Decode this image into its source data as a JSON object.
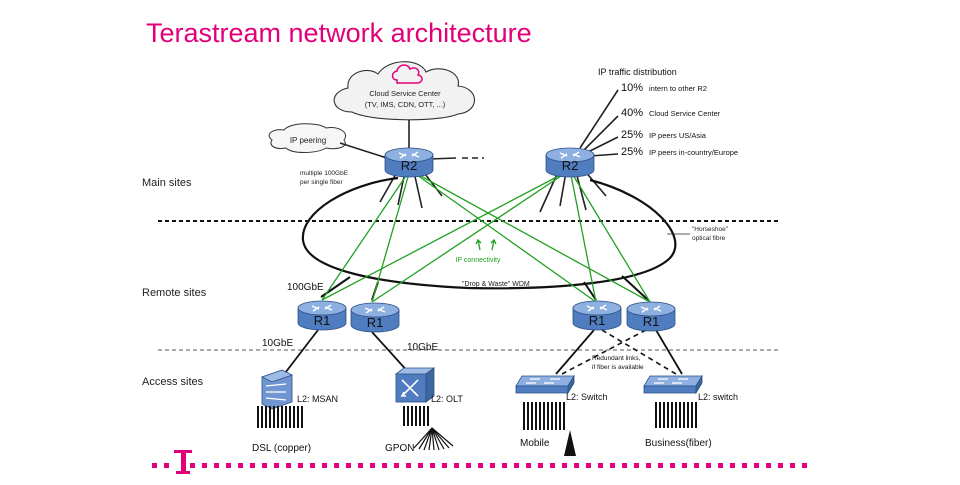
{
  "slide": {
    "title": "Terastream network architecture",
    "brand_color": "#e2007a",
    "link_color": "#22a022",
    "router_color": "#5b86c8"
  },
  "zones": {
    "main": "Main sites",
    "remote": "Remote sites",
    "access": "Access sites"
  },
  "cloud": {
    "line1": "Cloud Service Center",
    "line2": "(TV, IMS, CDN, OTT, ...)"
  },
  "peering": {
    "label": "IP peering"
  },
  "traffic": {
    "title": "IP traffic distribution",
    "rows": [
      {
        "pct": "10%",
        "text": "intern to other R2"
      },
      {
        "pct": "40%",
        "text": "Cloud Service Center"
      },
      {
        "pct": "25%",
        "text": "IP peers US/Asia"
      },
      {
        "pct": "25%",
        "text": "IP peers in-country/Europe"
      }
    ]
  },
  "annotations": {
    "fiber_line1": "multiple 100GbE",
    "fiber_line2": "per single fiber",
    "horseshoe_line1": "\"Horseshoe\"",
    "horseshoe_line2": "optical fibre",
    "ip_connectivity": "IP connectivity",
    "drop_waste": "\"Drop & Waste\" WDM",
    "speed_100": "100GbE",
    "speed_10a": "10GbE",
    "speed_10b": "10GbE",
    "redundant_line1": "Redundant links,",
    "redundant_line2": "if fiber is available"
  },
  "routers": {
    "r2_left": "R2",
    "r2_right": "R2",
    "r1_1": "R1",
    "r1_2": "R1",
    "r1_3": "R1",
    "r1_4": "R1"
  },
  "access": {
    "msan": "L2: MSAN",
    "olt": "L2: OLT",
    "switch1": "L2: Switch",
    "switch2": "L2: switch",
    "dsl": "DSL (copper)",
    "gpon": "GPON",
    "mobile": "Mobile",
    "business": "Business(fiber)"
  }
}
